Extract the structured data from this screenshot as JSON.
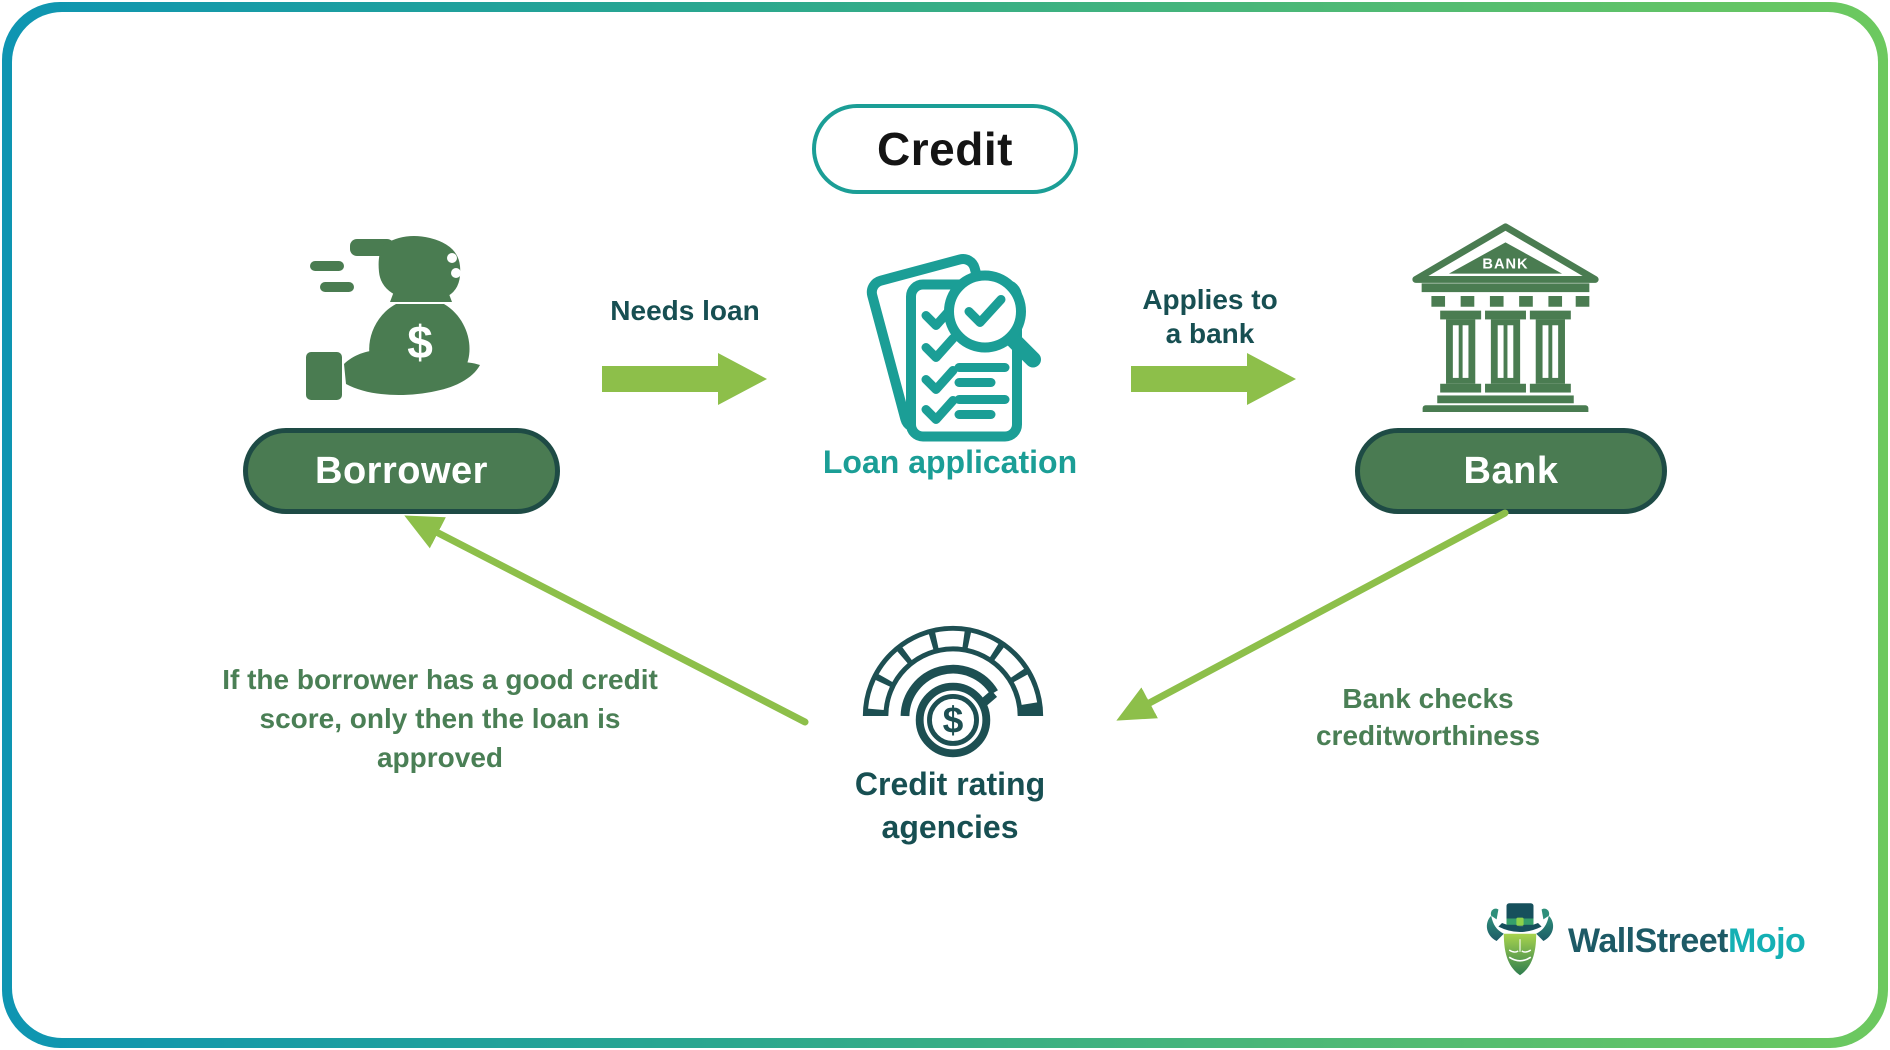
{
  "title": "Credit",
  "nodes": {
    "borrower": {
      "label": "Borrower"
    },
    "loan_application": {
      "label": "Loan application"
    },
    "bank": {
      "label": "Bank",
      "icon_text": "BANK"
    },
    "credit_rating": {
      "line1": "Credit rating",
      "line2": "agencies"
    }
  },
  "edges": {
    "needs_loan": "Needs loan",
    "applies_line1": "Applies to",
    "applies_line2": "a bank",
    "bank_checks": "Bank checks creditworthiness",
    "approval": "If the borrower has a good credit score, only then the loan is approved"
  },
  "icons": {
    "dollar_bag": "$",
    "dollar_coin": "$"
  },
  "logo": {
    "wallstreet": "WallStreet",
    "mojo": "Mojo"
  },
  "colors": {
    "frame_gradient_left": "#0e95b2",
    "frame_gradient_mid": "#2aa78f",
    "frame_gradient_right": "#6dc95f",
    "accent_teal": "#1b9e96",
    "dark_teal_text": "#174f52",
    "green_text": "#4a7f55",
    "arrow_green": "#8dbf4a",
    "pill_fill": "#4a7b52",
    "pill_border": "#1e4b45",
    "icon_green": "#4a7c51",
    "gauge_teal": "#1d4f52",
    "logo_dark": "#1d5a66",
    "logo_teal": "#14b0b4"
  }
}
